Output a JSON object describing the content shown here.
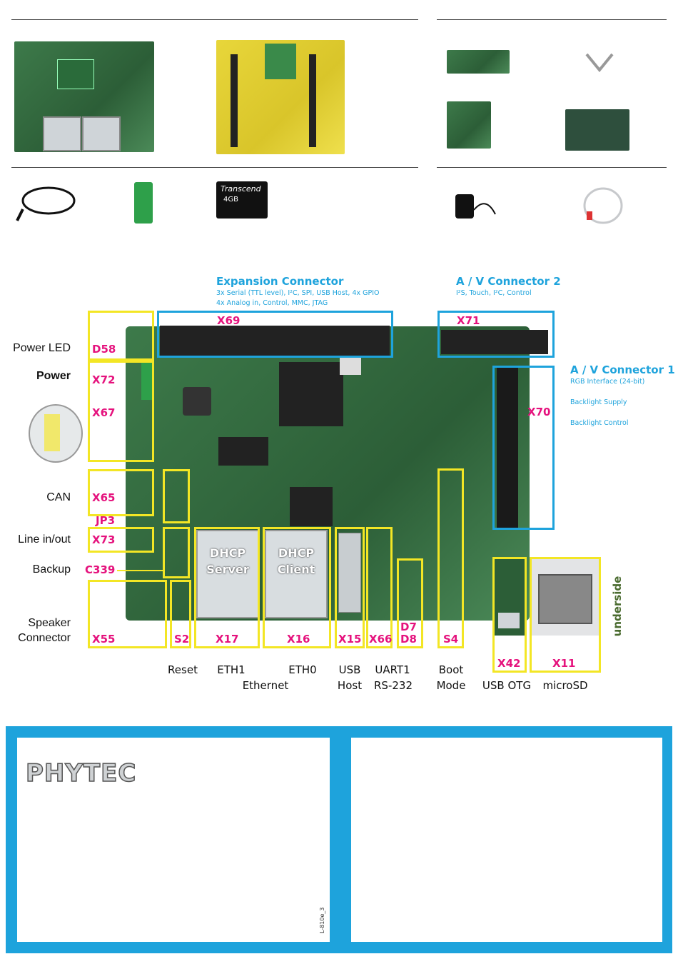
{
  "labels_left": {
    "power_led": "Power LED",
    "power": "Power",
    "can": "CAN",
    "line_in_out": "Line in/out",
    "backup": "Backup",
    "speaker_1": "Speaker",
    "speaker_2": "Connector"
  },
  "designators": {
    "d58": "D58",
    "x72": "X72",
    "x67": "X67",
    "x65": "X65",
    "jp3": "JP3",
    "x73": "X73",
    "c339": "C339",
    "x55": "X55",
    "s2": "S2",
    "x17": "X17",
    "x16": "X16",
    "x15": "X15",
    "x66": "X66",
    "d7": "D7",
    "d8": "D8",
    "s4": "S4",
    "x42": "X42",
    "x11": "X11",
    "x69": "X69",
    "x71": "X71",
    "x70": "X70"
  },
  "expansion": {
    "title": "Expansion Connector",
    "line1": "3x Serial (TTL level), I²C, SPI, USB Host, 4x GPIO",
    "line2": "4x Analog in, Control, MMC, JTAG"
  },
  "av2": {
    "title": "A / V Connector 2",
    "line1": "I²S, Touch, I²C, Control"
  },
  "av1": {
    "title": "A / V Connector 1",
    "line1": "RGB Interface (24-bit)",
    "line2": "Backlight Supply",
    "line3": "Backlight Control"
  },
  "ethernet_ports": {
    "dhcp_server_1": "DHCP",
    "dhcp_server_2": "Server",
    "dhcp_client_1": "DHCP",
    "dhcp_client_2": "Client"
  },
  "labels_bottom": {
    "reset": "Reset",
    "eth1": "ETH1",
    "eth0": "ETH0",
    "ethernet": "Ethernet",
    "usb_1": "USB",
    "usb_2": "Host",
    "uart_1": "UART1",
    "uart_2": "RS-232",
    "boot_1": "Boot",
    "boot_2": "Mode",
    "usb_otg": "USB OTG",
    "microsd": "microSD"
  },
  "underside": "underside",
  "brand": "PHYTEC",
  "card_brand": "Transcend",
  "card_size": "4GB",
  "doc_code": "L-810e_3",
  "colors": {
    "accent_cyan": "#1ea3dc",
    "magenta": "#e5127d",
    "yellow": "#f3e625",
    "panel_blue": "#1ea3dc"
  }
}
